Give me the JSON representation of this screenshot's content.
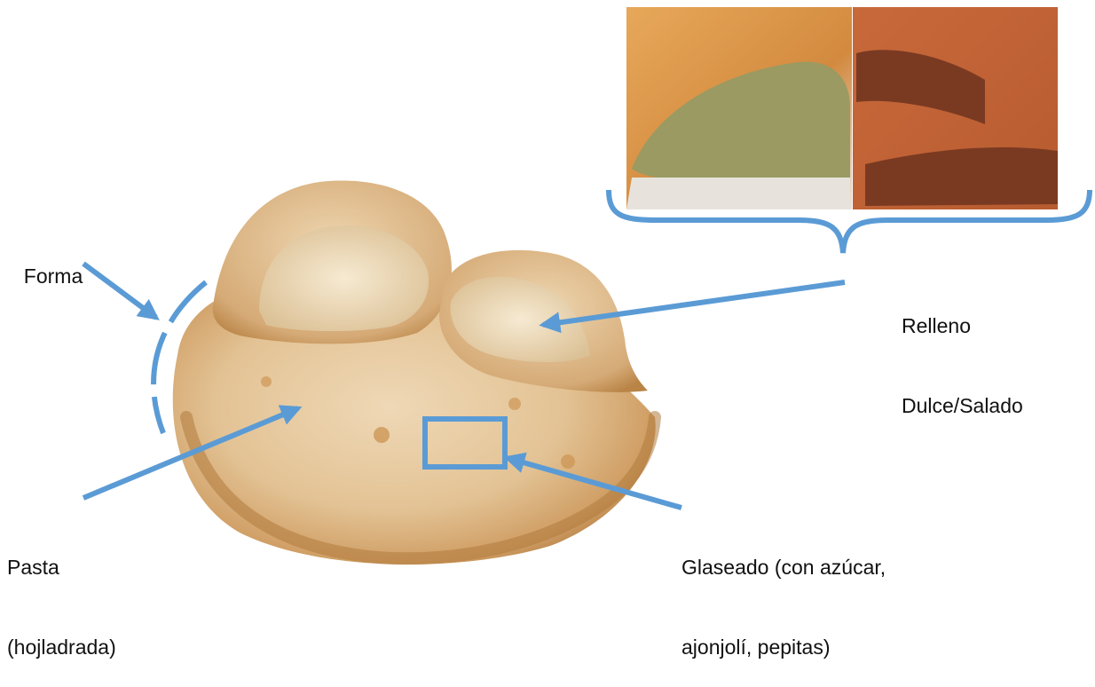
{
  "labels": {
    "forma": "Forma",
    "relleno_line1": "Relleno",
    "relleno_line2": "Dulce/Salado",
    "pasta_line1": "Pasta",
    "pasta_line2": "(hojladrada)",
    "glaseado_line1": "Glaseado (con azúcar,",
    "glaseado_line2": "ajonjolí, pepitas)"
  },
  "photos": {
    "main": "empanada-photo",
    "inset_left": "savory-filling-photo",
    "inset_right": "meat-filling-photo"
  },
  "colors": {
    "annotation": "#5b9bd5",
    "pastry_light": "#e6c8a0",
    "pastry_dark": "#b8864a",
    "filling_rice": "#eddcbc",
    "filling_green": "#9a9a62",
    "filling_meat": "#8a3f24"
  }
}
